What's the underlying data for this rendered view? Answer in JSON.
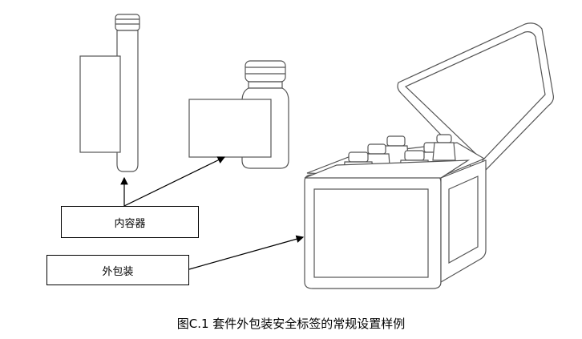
{
  "diagram": {
    "labels": {
      "inner_container": "内容器",
      "outer_packaging": "外包装"
    },
    "caption": "图C.1 套件外包装安全标签的常规设置样例"
  },
  "colors": {
    "stroke": "#000000",
    "line_art": "#555555",
    "background": "#ffffff"
  }
}
